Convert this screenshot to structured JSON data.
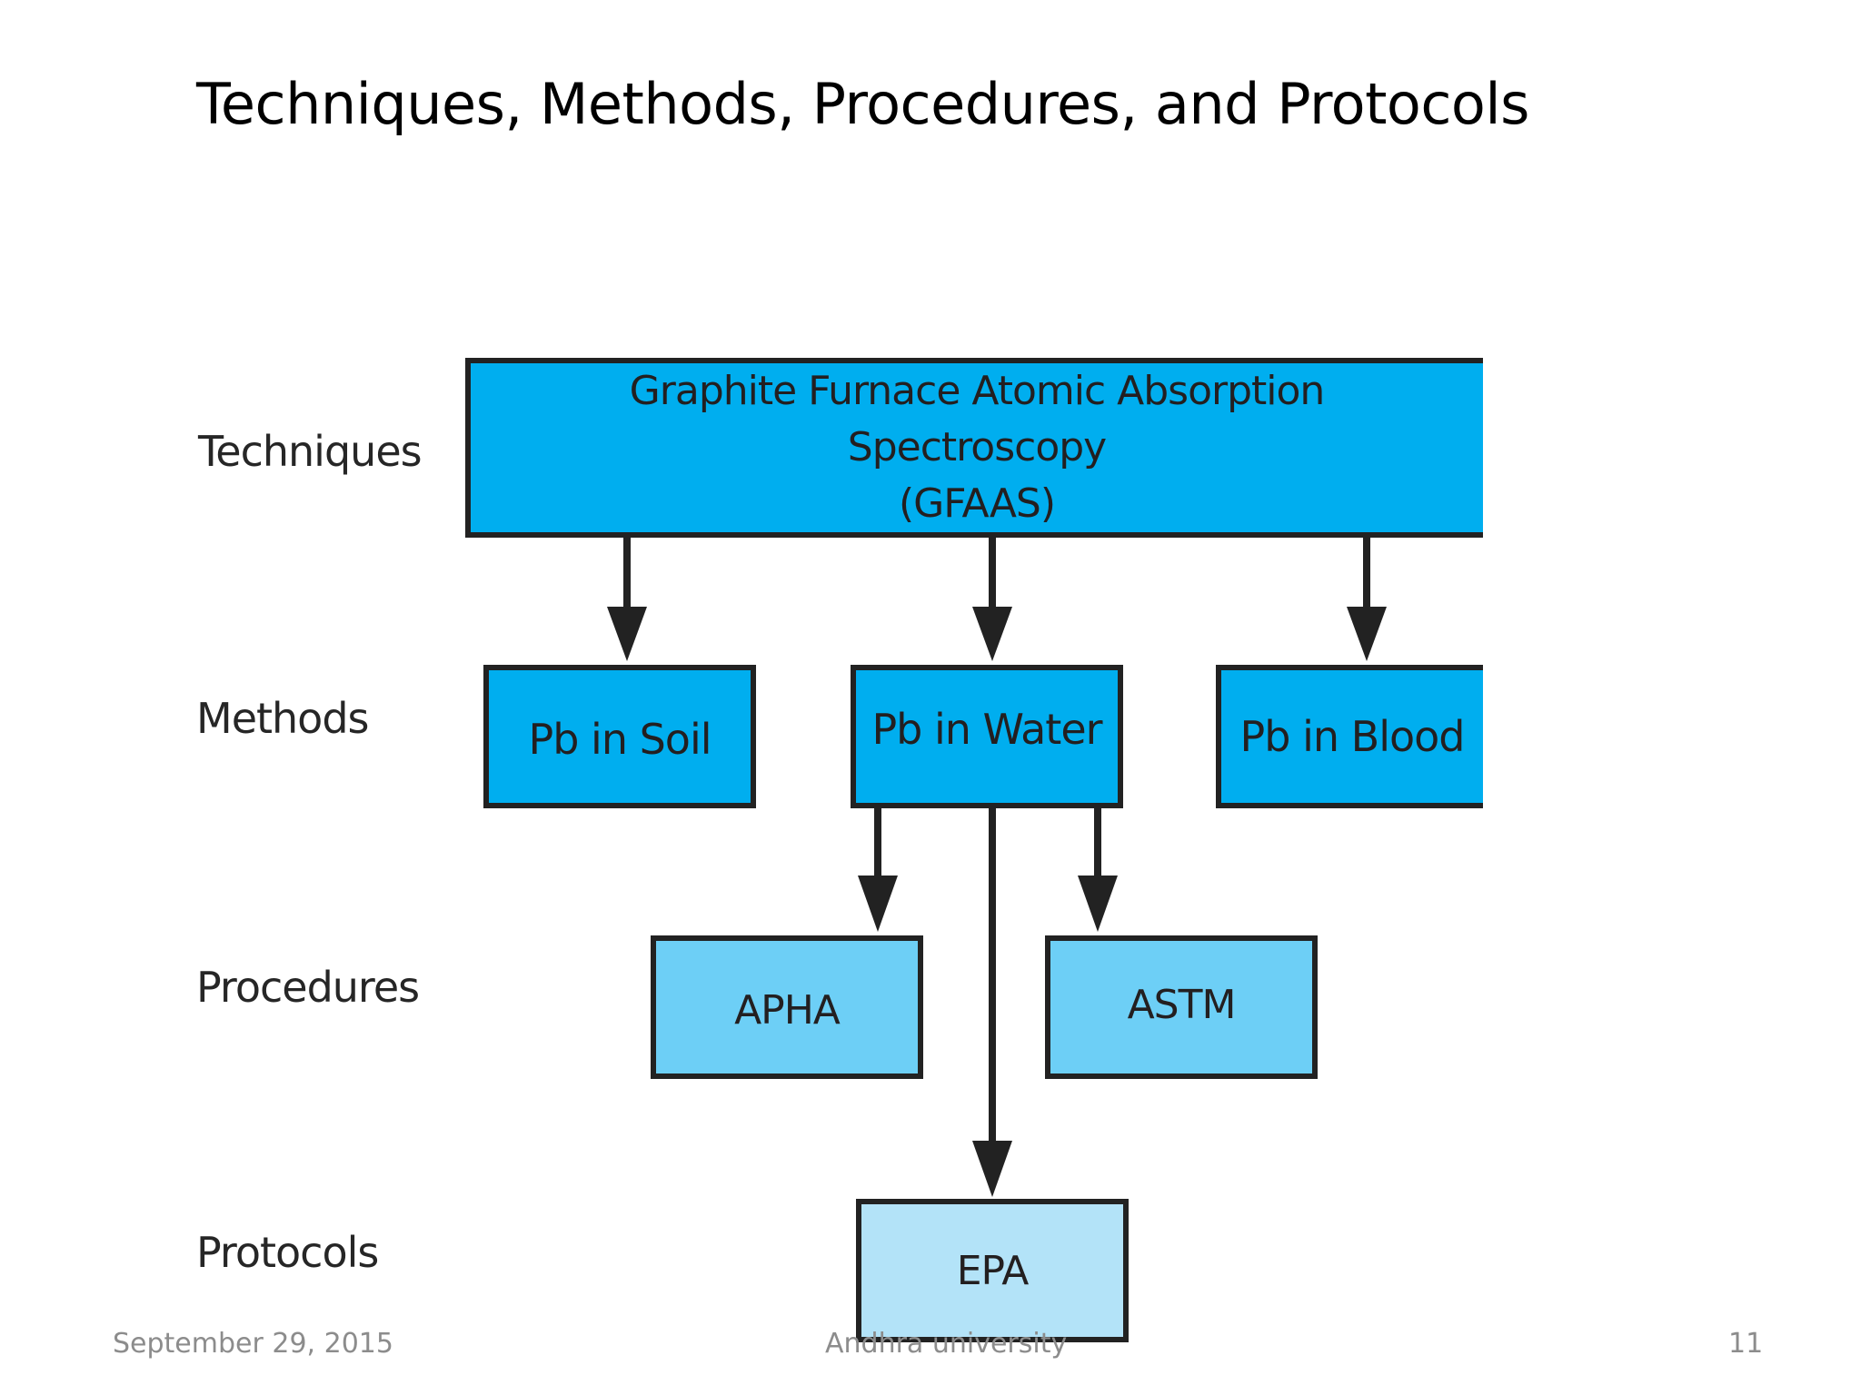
{
  "slide": {
    "title": "Techniques, Methods, Procedures, and Protocols"
  },
  "levels": {
    "techniques": "Techniques",
    "methods": "Methods",
    "procedures": "Procedures",
    "protocols": "Protocols"
  },
  "diagram": {
    "technique": {
      "line1": "Graphite Furnace Atomic Absorption Spectroscopy",
      "line2": "(GFAAS)"
    },
    "methods": [
      "Pb in Soil",
      "Pb in Water",
      "Pb in Blood"
    ],
    "procedures": [
      "APHA",
      "ASTM"
    ],
    "protocols": [
      "EPA"
    ],
    "colors": {
      "technique_fill": "#00aeef",
      "method_fill": "#00aeef",
      "procedure_fill": "#6dcff6",
      "protocol_fill": "#b3e3f8",
      "stroke": "#222222"
    }
  },
  "footer": {
    "date": "September 29, 2015",
    "institution": "Andhra university",
    "page_number": "11"
  }
}
